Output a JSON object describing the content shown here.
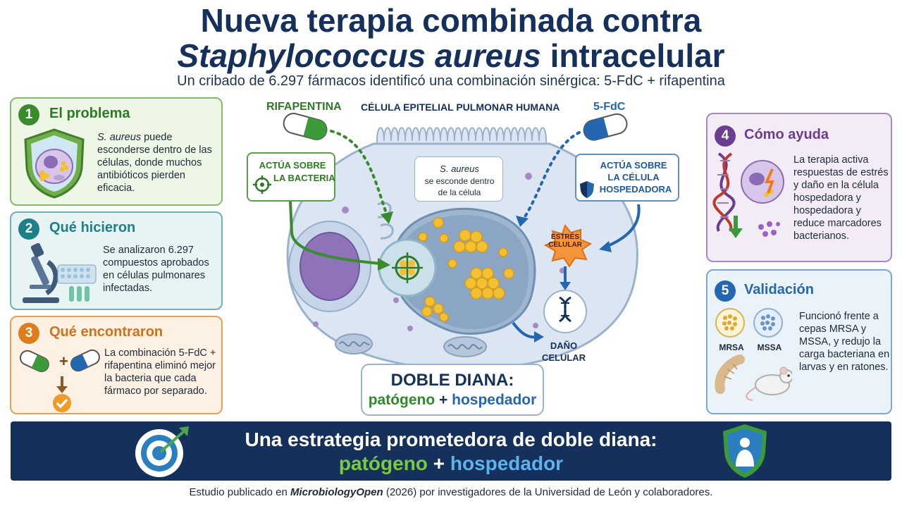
{
  "header": {
    "title_line1": "Nueva terapia combinada contra",
    "title_line2_italic": "Staphylococcus aureus",
    "title_line2_rest": " intracelular",
    "subtitle": "Un cribado de 6.297 fármacos identificó una combinación sinérgica: 5-FdC + rifapentina"
  },
  "panels": {
    "problem": {
      "number": "1",
      "title": "El problema",
      "text_italic": "S. aureus",
      "text": " puede esconderse dentro de las células, donde muchos antibióticos pierden eficacia."
    },
    "what_done": {
      "number": "2",
      "title": "Qué hicieron",
      "text": "Se analizaron 6.297 compuestos aprobados en células pulmonares infectadas."
    },
    "found": {
      "number": "3",
      "title": "Qué encontraron",
      "text": "La combinación 5-FdC + rifapentina eliminó mejor la bacteria que cada fármaco por separado."
    },
    "how_helps": {
      "number": "4",
      "title": "Cómo ayuda",
      "text": "La terapia activa respuestas de estrés y daño en la célula hospedadora y hospedadora y reduce marcadores bacterianos."
    },
    "validation": {
      "number": "5",
      "title": "Validación",
      "text": "Funcionó frente a cepas MRSA y MSSA, y redujo la carga bacteriana en larvas y en ratones.",
      "mrsa": "MRSA",
      "mssa": "MSSA"
    }
  },
  "center": {
    "rifapentina": "RIFAPENTINA",
    "cell_label": "CÉLULA EPITELIAL PULMONAR HUMANA",
    "fdc": "5-FdC",
    "acts_bacteria_1": "ACTÚA SOBRE",
    "acts_bacteria_2": "LA BACTERIA",
    "hides_italic": "S. aureus",
    "hides_1": "se esconde dentro",
    "hides_2": "de la célula",
    "acts_host_1": "ACTÚA SOBRE",
    "acts_host_2": "LA CÉLULA",
    "acts_host_3": "HOSPEDADORA",
    "stress_1": "ESTRÉS",
    "stress_2": "CELULAR",
    "damage_1": "DAÑO",
    "damage_2": "CELULAR",
    "double_1": "DOBLE DIANA:",
    "double_pathogen": "patógeno",
    "double_plus": " + ",
    "double_host": "hospedador"
  },
  "banner": {
    "line1": "Una estrategia prometedora de doble diana:",
    "pathogen": "patógeno",
    "plus": " + ",
    "host": "hospedador"
  },
  "footer": {
    "pre": "Estudio publicado en ",
    "journal": "MicrobiologyOpen",
    "post": " (2026) por investigadores de la Universidad de León y colaboradores."
  },
  "colors": {
    "navy": "#15305b",
    "green": "#3a8a2e",
    "teal": "#1e7f86",
    "orange": "#e07d1a",
    "purple": "#6a3d8f",
    "blue": "#2466b0",
    "staph": "#f2c030"
  }
}
